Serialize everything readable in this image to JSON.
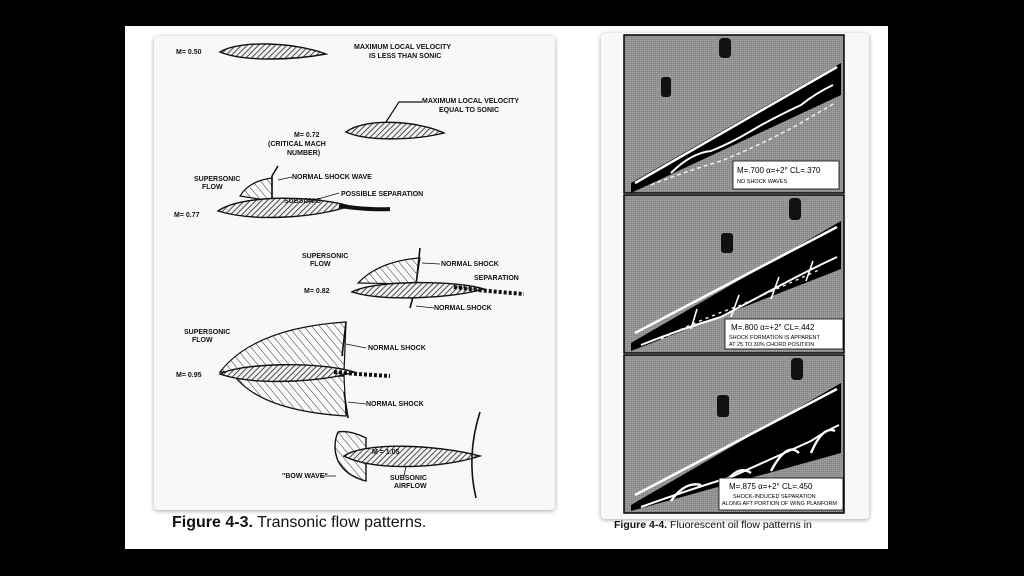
{
  "figure_left": {
    "caption_number": "Figure 4-3.",
    "caption_text": " Transonic flow patterns.",
    "labels": {
      "m050": "M= 0.50",
      "max_less_1": "MAXIMUM LOCAL VELOCITY",
      "max_less_2": "IS LESS THAN SONIC",
      "max_eq_1": "MAXIMUM LOCAL VELOCITY",
      "max_eq_2": "EQUAL TO SONIC",
      "m072": "M= 0.72",
      "critical_1": "(CRITICAL MACH",
      "critical_2": "NUMBER)",
      "supersonic_a1": "SUPERSONIC",
      "supersonic_a2": "FLOW",
      "normal_shock_wave": "NORMAL SHOCK WAVE",
      "subsonic": "SUBSONIC",
      "possible_separation": "POSSIBLE SEPARATION",
      "m077": "M= 0.77",
      "supersonic_b1": "SUPERSONIC",
      "supersonic_b2": "FLOW",
      "normal_shock_b1": "NORMAL SHOCK",
      "separation": "SEPARATION",
      "m082": "M= 0.82",
      "normal_shock_b2": "NORMAL SHOCK",
      "supersonic_c1": "SUPERSONIC",
      "supersonic_c2": "FLOW",
      "normal_shock_c1": "NORMAL SHOCK",
      "m095": "M= 0.95",
      "normal_shock_c2": "NORMAL SHOCK",
      "m105": "M = 1.05",
      "bow_wave": "\"BOW WAVE\"",
      "subsonic_airflow_1": "SUBSONIC",
      "subsonic_airflow_2": "AIRFLOW"
    }
  },
  "figure_right": {
    "caption_number": "Figure 4-4.",
    "caption_text": " Fluorescent oil flow patterns in",
    "panels": [
      {
        "line1": "M=.700  α=+2°  CL=.370",
        "line2": "NO SHOCK WAVES",
        "line3": ""
      },
      {
        "line1": "M=.800  α=+2°  CL=.442",
        "line2": "SHOCK FORMATION IS APPARENT",
        "line3": "AT 25 TO 30% CHORD POSITION"
      },
      {
        "line1": "M=.875  α=+2°  CL=.450",
        "line2": "SHOCK-INDUCED SEPARATION",
        "line3": "ALONG AFT PORTION OF WING PLANFORM"
      }
    ]
  }
}
